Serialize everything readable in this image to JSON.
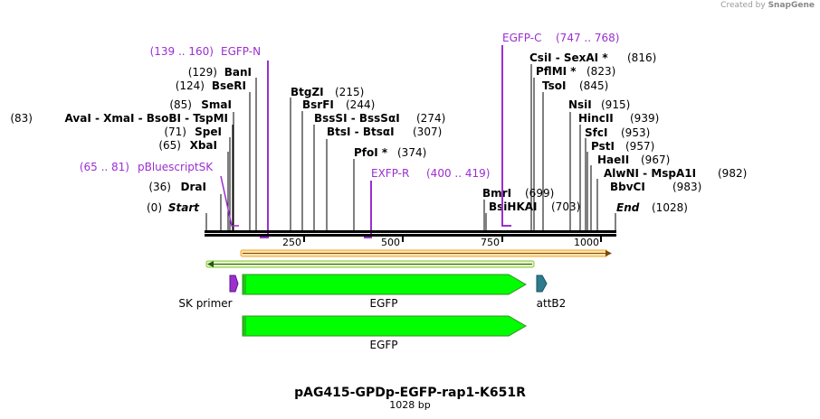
{
  "watermark": {
    "created_by": "Created by",
    "brand": "SnapGene"
  },
  "title": "pAG415-GPDp-EGFP-rap1-K651R",
  "subtitle": "1028 bp",
  "ruler": {
    "ticks": [
      "250",
      "500",
      "750",
      "1000"
    ]
  },
  "sites": [
    {
      "pos": "(0)",
      "name": "Start"
    },
    {
      "pos": "(36)",
      "name": "DraI"
    },
    {
      "pos": "(65)",
      "name": "XbaI"
    },
    {
      "pos": "(71)",
      "name": "SpeI"
    },
    {
      "pos": "(83)",
      "name": "AvaI  -  XmaI  -  BsoBI  -  TspMI"
    },
    {
      "pos": "(85)",
      "name": "SmaI"
    },
    {
      "pos": "(124)",
      "name": "BseRI"
    },
    {
      "pos": "(129)",
      "name": "BanI"
    },
    {
      "pos": "(215)",
      "name": "BtgZI"
    },
    {
      "pos": "(244)",
      "name": "BsrFI"
    },
    {
      "pos": "(274)",
      "name": "BssSI  -  BssSαI"
    },
    {
      "pos": "(307)",
      "name": "BtsI  -  BtsαI"
    },
    {
      "pos": "(374)",
      "name": "PfoI *"
    },
    {
      "pos": "(699)",
      "name": "BmrI"
    },
    {
      "pos": "(703)",
      "name": "BsiHKAI"
    },
    {
      "pos": "(816)",
      "name": "CsiI  -  SexAI *"
    },
    {
      "pos": "(823)",
      "name": "PflMI *"
    },
    {
      "pos": "(845)",
      "name": "TsoI"
    },
    {
      "pos": "(915)",
      "name": "NsiI"
    },
    {
      "pos": "(939)",
      "name": "HincII"
    },
    {
      "pos": "(953)",
      "name": "SfcI"
    },
    {
      "pos": "(957)",
      "name": "PstI"
    },
    {
      "pos": "(967)",
      "name": "HaeII"
    },
    {
      "pos": "(982)",
      "name": "AlwNI  -  MspA1I"
    },
    {
      "pos": "(983)",
      "name": "BbvCI"
    },
    {
      "pos": "(1028)",
      "name": "End"
    }
  ],
  "primers": [
    {
      "name": "EGFP-N",
      "range": "(139 .. 160)"
    },
    {
      "name": "pBluescriptSK",
      "range": "(65 .. 81)"
    },
    {
      "name": "EXFP-R",
      "range": "(400 .. 419)"
    },
    {
      "name": "EGFP-C",
      "range": "(747 .. 768)"
    }
  ],
  "features": [
    {
      "name": "SK primer",
      "color": "#9b2fd0"
    },
    {
      "name": "EGFP",
      "color": "#00ff00"
    },
    {
      "name": "attB2",
      "color": "#2d7b8f"
    },
    {
      "name": "EGFP",
      "color": "#00ff00"
    }
  ],
  "colors": {
    "primer": "#9b2fd0",
    "orf_green": "#7dc832",
    "orf_orange": "#f5a020"
  }
}
